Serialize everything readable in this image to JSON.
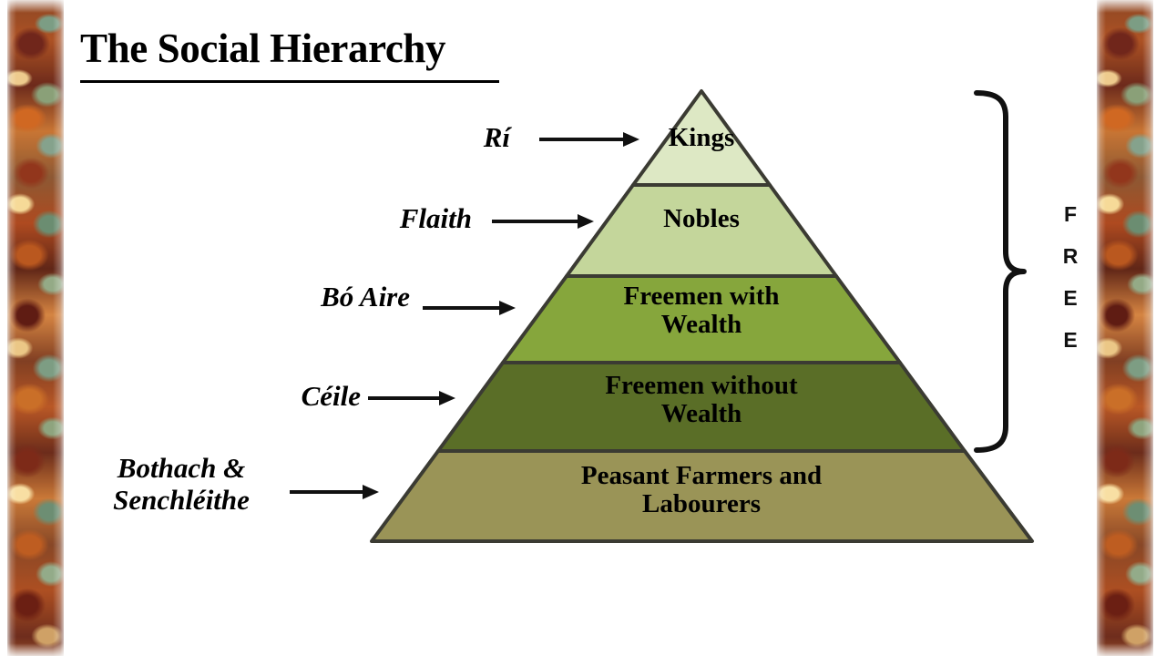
{
  "title": {
    "text": "The Social Hierarchy"
  },
  "pyramid": {
    "tiers": [
      {
        "name": "kings",
        "label": "Kings",
        "color": "#dde8c4"
      },
      {
        "name": "nobles",
        "label": "Nobles",
        "color": "#c4d69b"
      },
      {
        "name": "freemen-wealth",
        "label": "Freemen with\nWealth",
        "color": "#86a63c"
      },
      {
        "name": "freemen-no-wealth",
        "label": "Freemen without\nWealth",
        "color": "#5a6e27"
      },
      {
        "name": "peasants",
        "label": "Peasant Farmers and\nLabourers",
        "color": "#9a9457"
      }
    ],
    "outline_color": "#3b3b33"
  },
  "side_labels": [
    {
      "name": "ri",
      "text": "Rí"
    },
    {
      "name": "flaith",
      "text": "Flaith"
    },
    {
      "name": "bo-aire",
      "text": "Bó Aire"
    },
    {
      "name": "ceile",
      "text": "Céile"
    },
    {
      "name": "bothach",
      "text": "Bothach &\nSenchléithe"
    }
  ],
  "bracket": {
    "label_letters": [
      "F",
      "R",
      "E",
      "E"
    ],
    "label": "FREE"
  },
  "decoration": {
    "left_border": "celtic-interlace-border",
    "right_border": "celtic-interlace-border"
  }
}
